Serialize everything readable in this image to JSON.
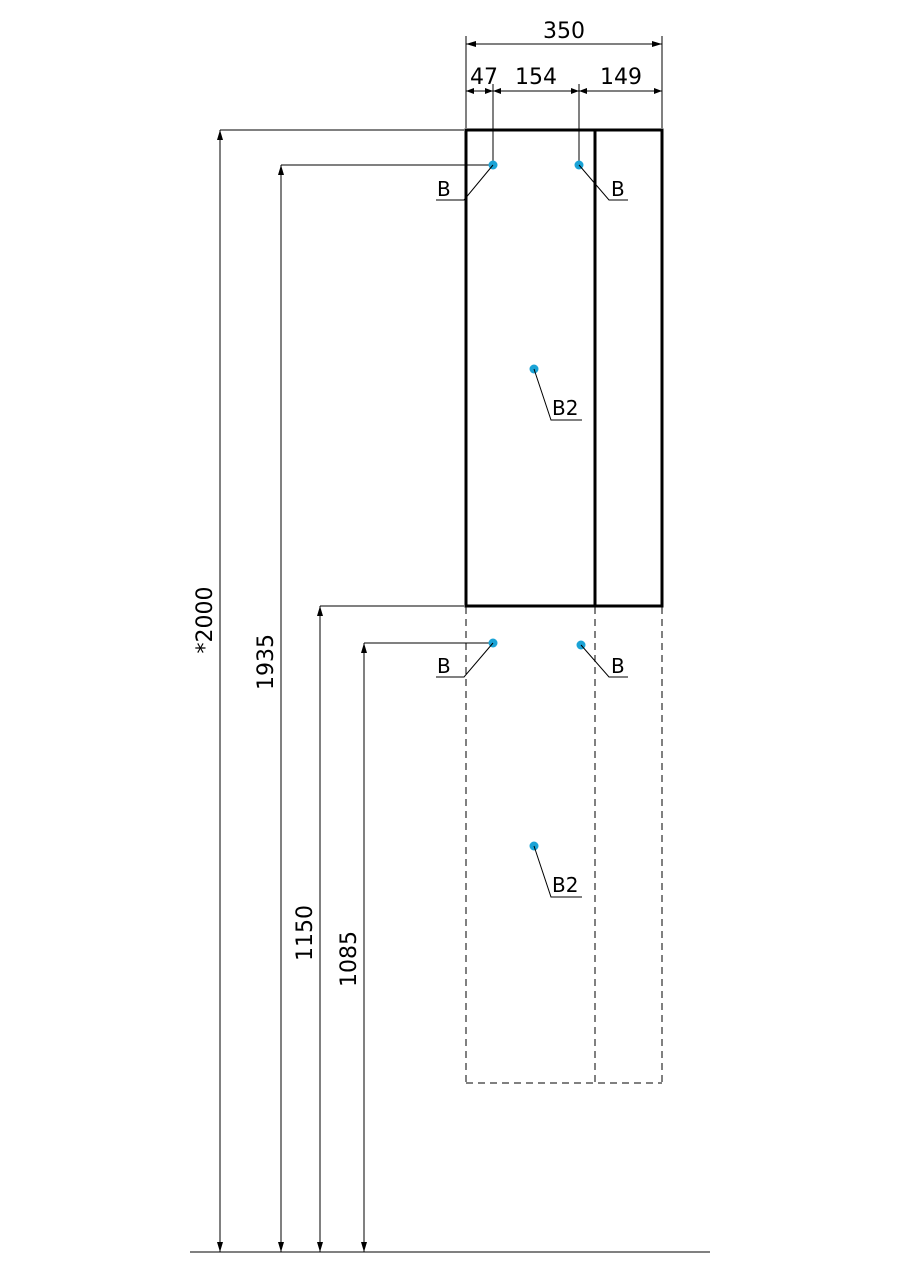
{
  "dimensions": {
    "total_width": "350",
    "offset_left": "47",
    "span_middle": "154",
    "span_right": "149",
    "total_height": "*2000",
    "upper_point_height": "1935",
    "cabinet_bottom_height": "1150",
    "lower_point_height": "1085"
  },
  "labels": {
    "upper_left": "B",
    "upper_right": "B",
    "upper_center": "B2",
    "lower_left": "B",
    "lower_right": "B",
    "lower_center": "B2"
  },
  "colors": {
    "mount_point": "#1aa3d6",
    "line": "#000000"
  }
}
